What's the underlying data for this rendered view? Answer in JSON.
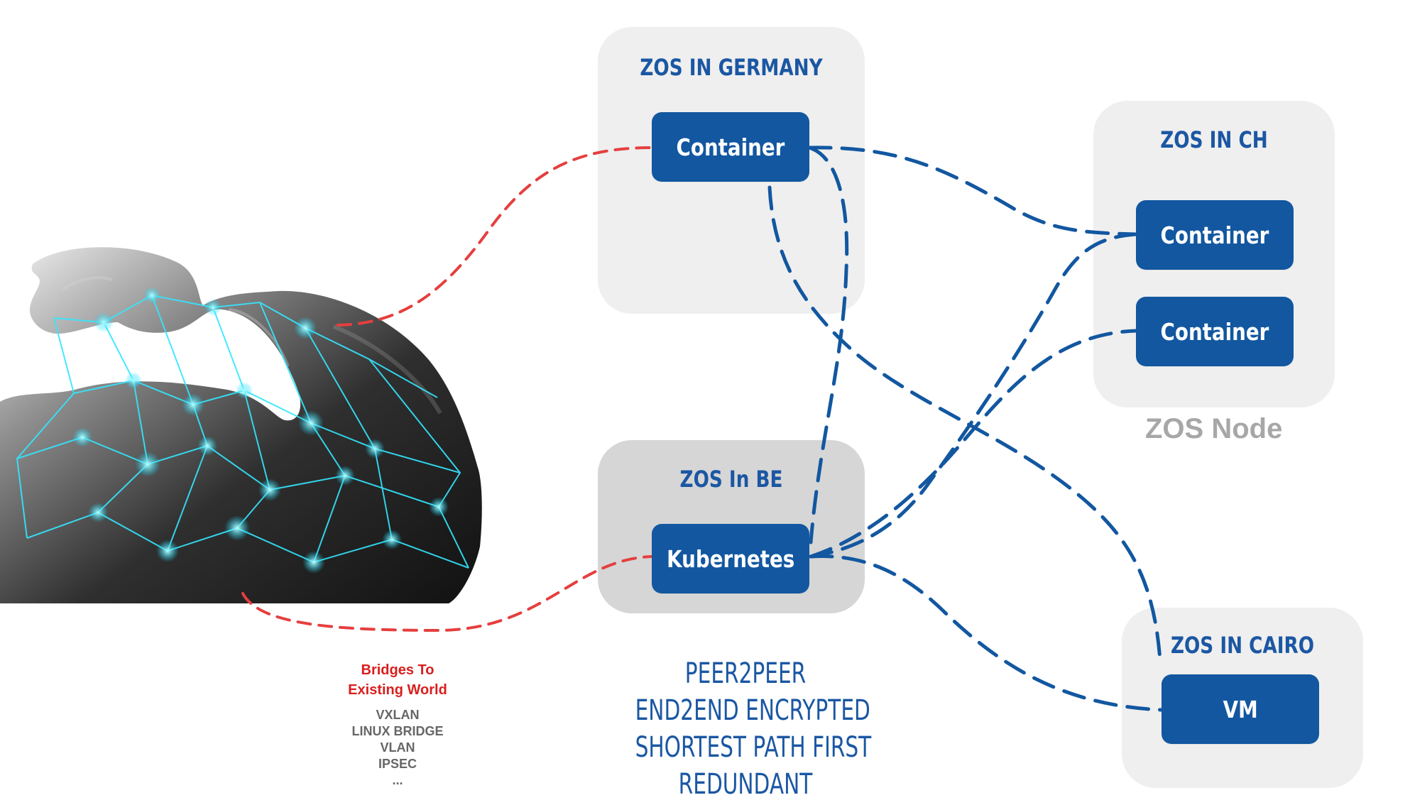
{
  "zones": {
    "germany": {
      "title": "ZOS IN GERMANY"
    },
    "ch": {
      "title": "ZOS IN CH"
    },
    "be": {
      "title": "ZOS In BE"
    },
    "cairo": {
      "title": "ZOS IN CAIRO"
    }
  },
  "nodes": {
    "germany_container": "Container",
    "ch_container_1": "Container",
    "ch_container_2": "Container",
    "be_kubernetes": "Kubernetes",
    "cairo_vm": "VM"
  },
  "legend": {
    "label": "ZOS Node"
  },
  "bridges": {
    "title": "Bridges To\nExisting World",
    "items": [
      "VXLAN",
      "LINUX BRIDGE",
      "VLAN",
      "IPSEC",
      "..."
    ]
  },
  "features": [
    "PEER2PEER",
    "END2END ENCRYPTED",
    "SHORTEST PATH FIRST",
    "REDUNDANT"
  ],
  "colors": {
    "node_fill": "#1257a0",
    "blue_link": "#1257a0",
    "red_link": "#e53f3f",
    "zone_bg": "#efefef",
    "zone_be_bg": "#d6d6d6",
    "text_blue": "#1b57a3",
    "bridges_red": "#d91e1e",
    "legend_gray": "#a7a7a7"
  },
  "image": {
    "subject": "flexed-arm-network-illustration"
  }
}
